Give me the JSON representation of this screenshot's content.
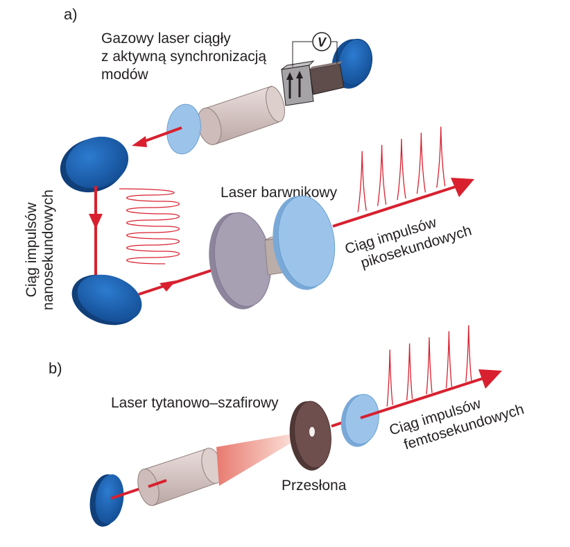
{
  "part_a": {
    "label": "a)",
    "cw_laser": [
      "Gazowy laser ciągły",
      "z aktywną synchronizacją",
      "modów"
    ],
    "voltmeter": "V",
    "nano_train": [
      "Ciąg impulsów",
      "nanosekundowych"
    ],
    "dye_laser": "Laser barwnikowy",
    "pico_train": [
      "Ciąg impulsów",
      "pikosekundowych"
    ]
  },
  "part_b": {
    "label": "b)",
    "ti_laser": "Laser tytanowo–szafirowy",
    "aperture": "Przesłona",
    "femto_train": [
      "Ciąg impulsów",
      "femtosekundowych"
    ]
  },
  "colors": {
    "beam_red": "#d8202f",
    "mirror_dark_blue": "#1c5fae",
    "mirror_light_blue": "#9cc4ea",
    "tube_pink": "#d8c9c6",
    "dye_gray": "#a79fb2",
    "aperture_brown": "#6e4f4d",
    "pulse_red": "#d8202f"
  }
}
